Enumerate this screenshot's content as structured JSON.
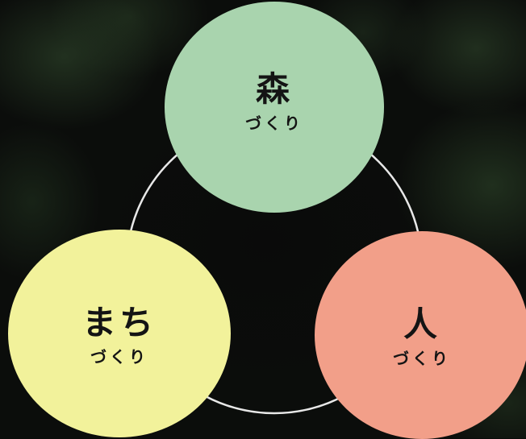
{
  "colors": {
    "forest": "#a9d4ae",
    "town": "#f2f29b",
    "people": "#f29f89",
    "ring": "#e8e8e8"
  },
  "nodes": {
    "forest": {
      "title": "森",
      "subtitle": "づくり"
    },
    "town": {
      "title": "まち",
      "subtitle": "づくり"
    },
    "people": {
      "title": "人",
      "subtitle": "づくり"
    }
  }
}
